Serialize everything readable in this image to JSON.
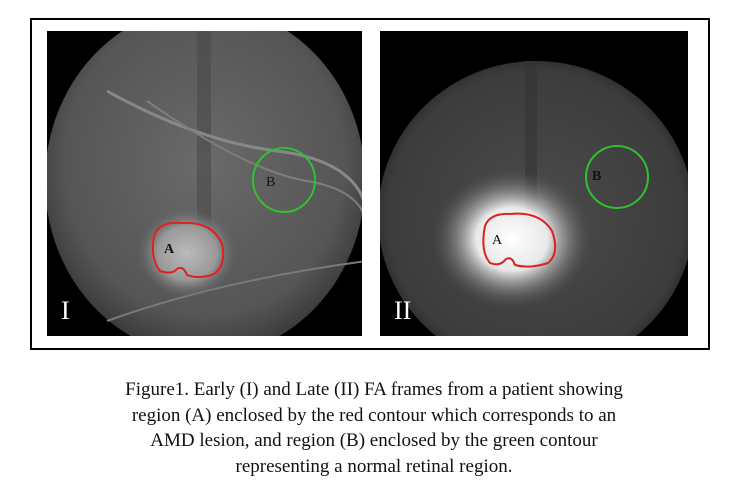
{
  "figure": {
    "panels": [
      {
        "label": "I",
        "region_a_label": "A",
        "region_b_label": "B"
      },
      {
        "label": "II",
        "region_a_label": "A",
        "region_b_label": "B"
      }
    ],
    "caption_lines": [
      "Figure1. Early (I) and Late (II) FA frames from a patient showing",
      "region (A) enclosed by the red contour which corresponds to an",
      "AMD lesion, and region (B) enclosed by the green contour",
      "representing a normal retinal region."
    ],
    "colors": {
      "contour_a": "#e02020",
      "contour_b": "#30c030"
    }
  }
}
